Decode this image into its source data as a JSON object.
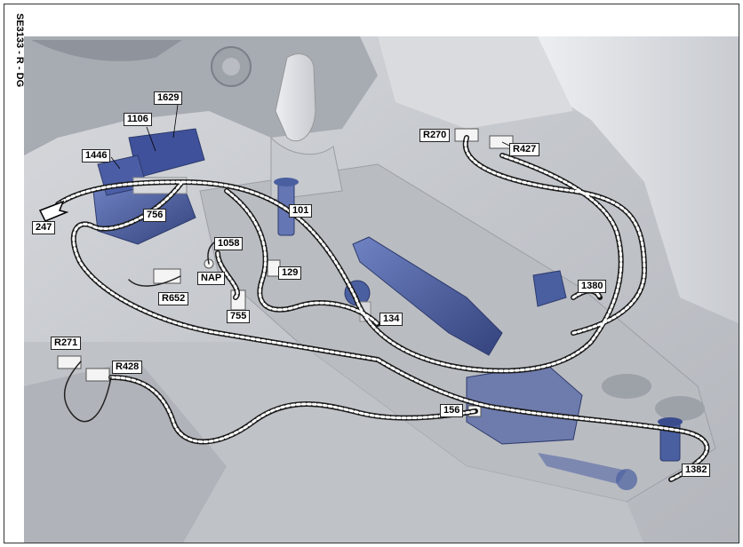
{
  "reference_code": "SE3133 - R - DG",
  "labels": {
    "l1629": "1629",
    "l1106": "1106",
    "l1446": "1446",
    "l756": "756",
    "l247": "247",
    "l101": "101",
    "l1058": "1058",
    "lNAP": "NAP",
    "l129": "129",
    "lR652": "R652",
    "l755": "755",
    "l134": "134",
    "lR270": "R270",
    "lR427": "R427",
    "l1380": "1380",
    "lR271": "R271",
    "lR428": "R428",
    "l156": "156",
    "l1382": "1382"
  },
  "colors": {
    "component_blue": "#4a5fa0",
    "interior_grey": "#c9ccd1",
    "harness": "#222222"
  }
}
